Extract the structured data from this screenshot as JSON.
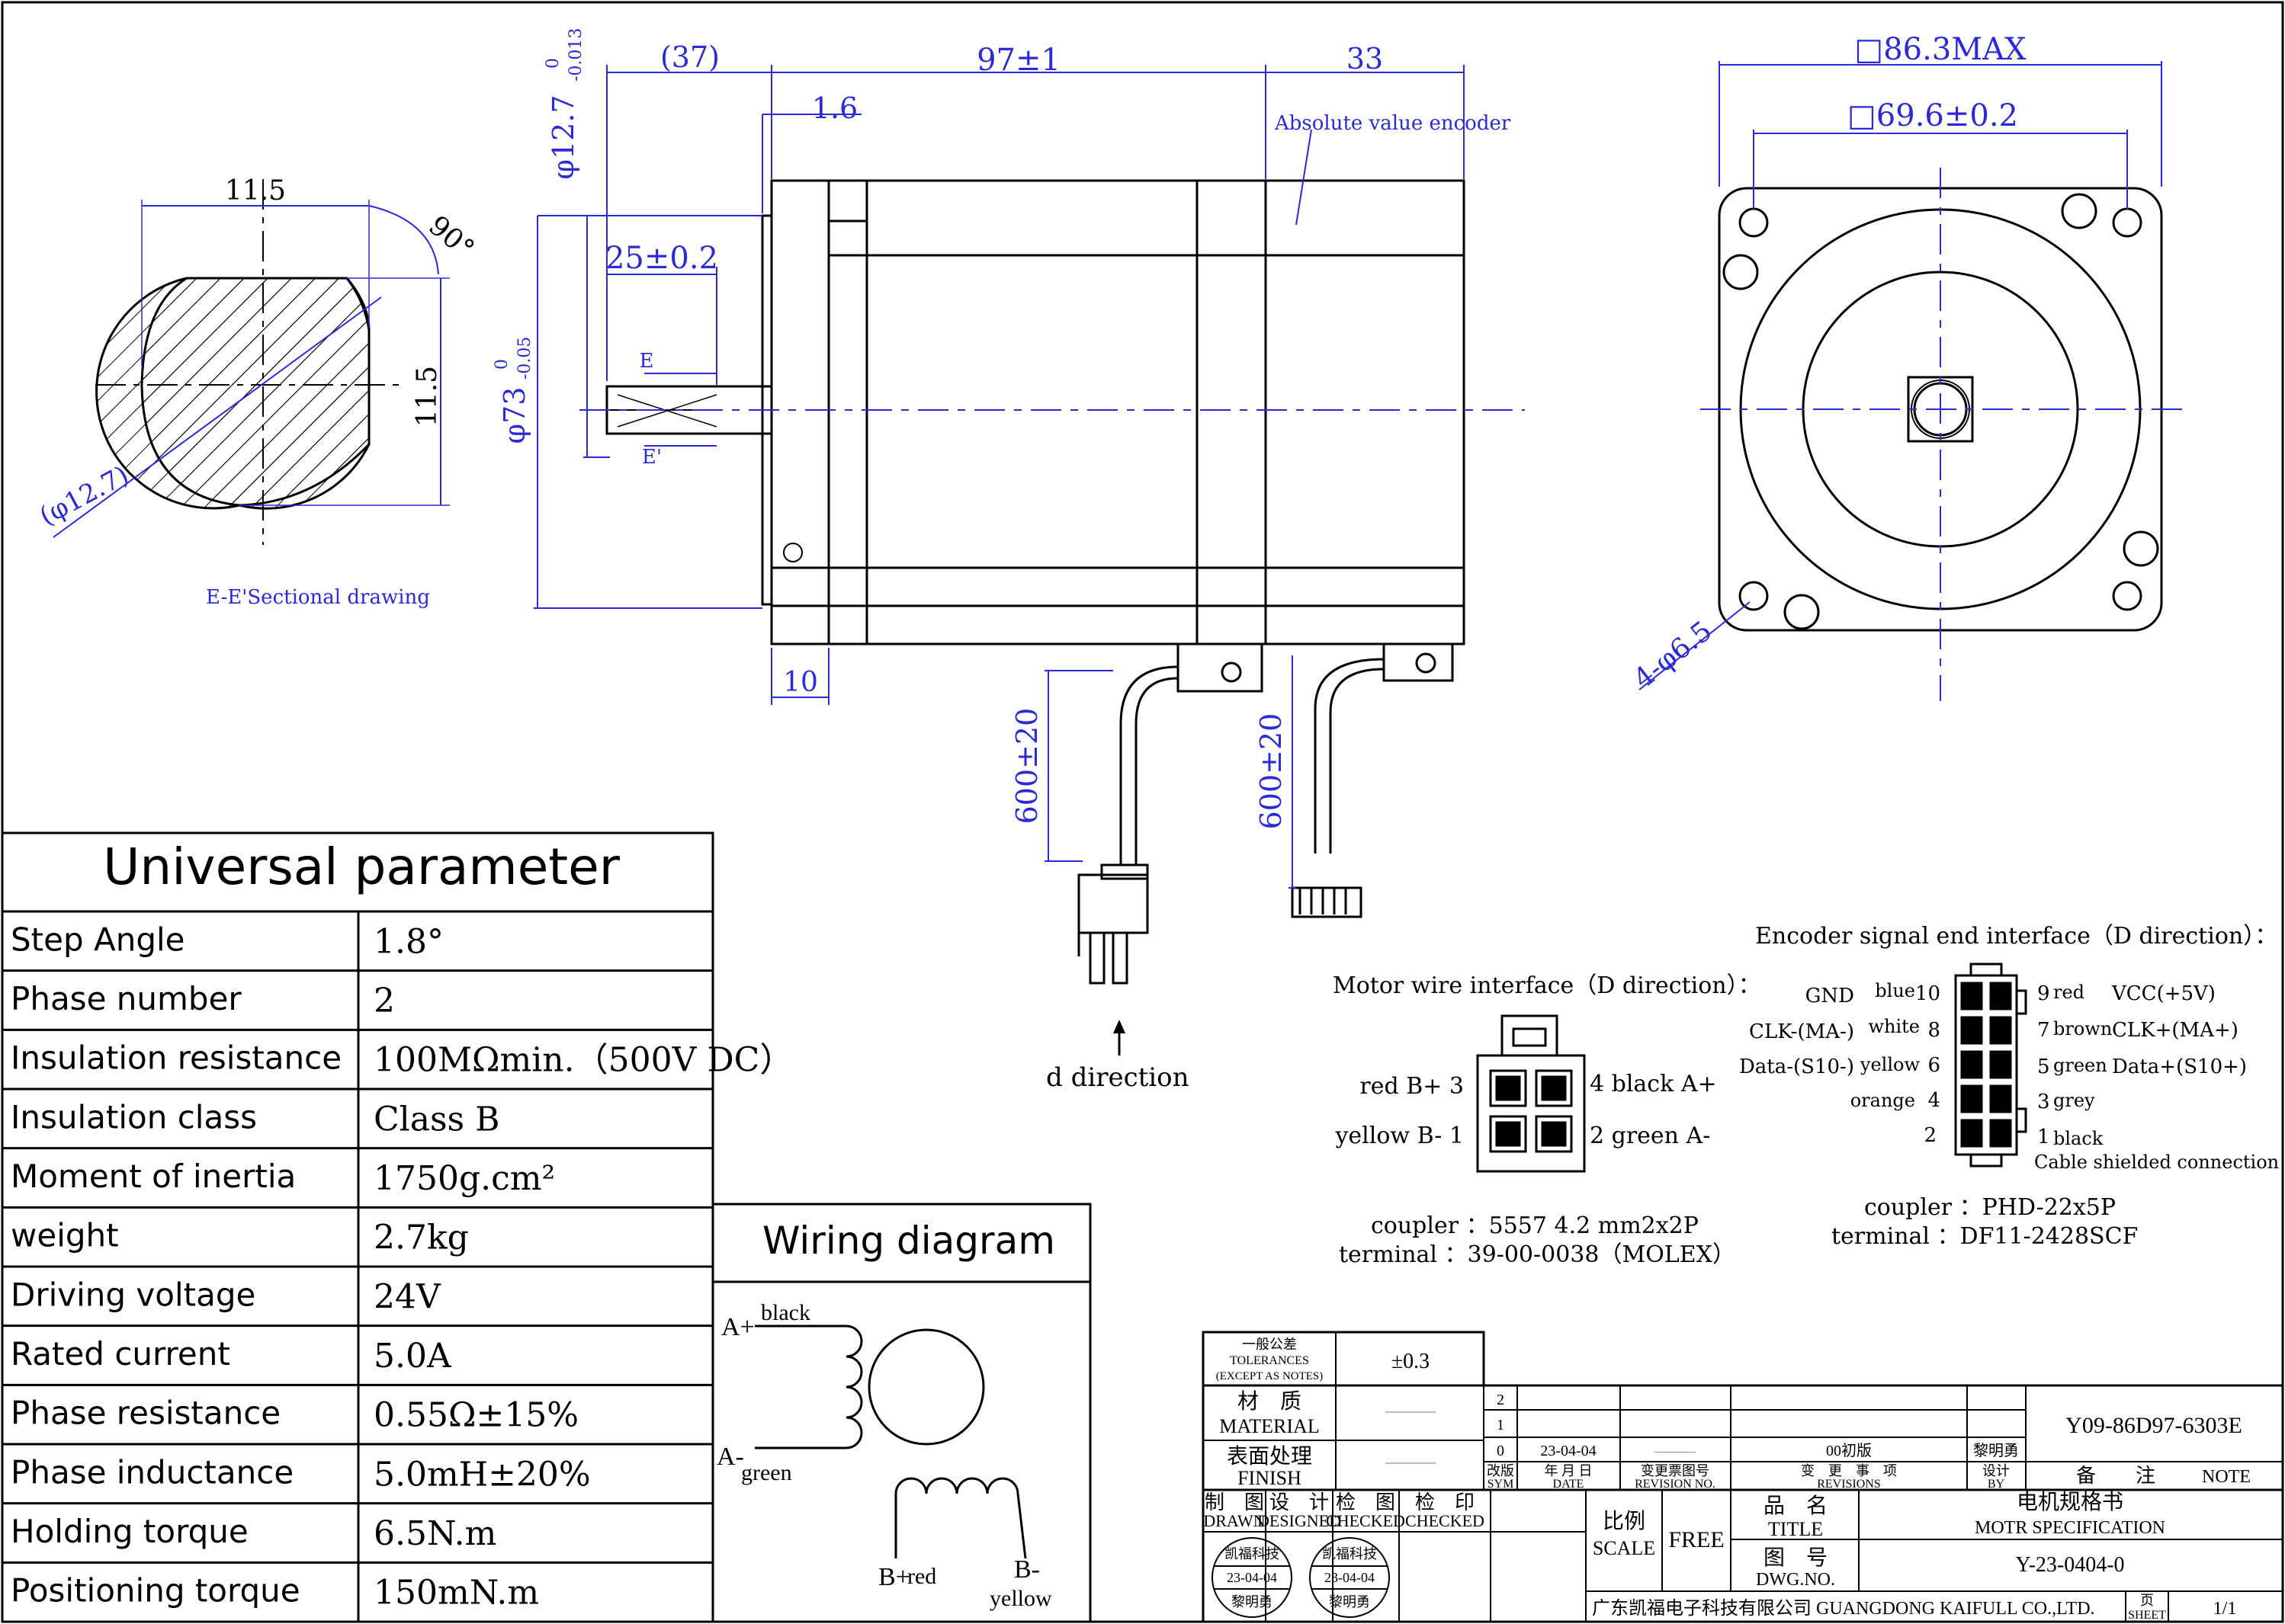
{
  "dims": {
    "shaft_len": "(37)",
    "body_len": "97±1",
    "enc_len": "33",
    "flange": "1.6",
    "key_len": "25±0.2",
    "shaft_dia": "φ12.7",
    "shaft_sup": "0",
    "shaft_sub": "-0.013",
    "pilot_dia": "φ73",
    "pilot_sup": "0",
    "pilot_sub": "-0.05",
    "e_mark": "E",
    "e2_mark": "E'",
    "flange_thk": "10",
    "cable1": "600±20",
    "cable2": "600±20",
    "max_sq": "□86.3MAX",
    "hole_sq": "□69.6±0.2",
    "holes": "4-φ6.5",
    "sec_w": "11.5",
    "sec_h": "11.5",
    "sec_angle": "90°",
    "sec_dia": "(φ12.7)",
    "encoder_label": "Absolute value encoder",
    "section_caption": "E-E'Sectional drawing",
    "d_direction": "d direction"
  },
  "params": {
    "title": "Universal parameter",
    "rows": [
      {
        "k": "Step Angle",
        "v": "1.8°"
      },
      {
        "k": "Phase number",
        "v": "2"
      },
      {
        "k": "Insulation resistance",
        "v": "100MΩmin.（500V DC）"
      },
      {
        "k": "Insulation class",
        "v": "Class B"
      },
      {
        "k": "Moment of inertia",
        "v": "1750g.cm²"
      },
      {
        "k": "weight",
        "v": "2.7kg"
      },
      {
        "k": "Driving voltage",
        "v": "24V"
      },
      {
        "k": "Rated current",
        "v": "5.0A"
      },
      {
        "k": "Phase resistance",
        "v": "0.55Ω±15%"
      },
      {
        "k": "Phase inductance",
        "v": "5.0mH±20%"
      },
      {
        "k": "Holding torque",
        "v": "6.5N.m"
      },
      {
        "k": "Positioning torque",
        "v": "150mN.m"
      }
    ]
  },
  "wiring": {
    "title": "Wiring diagram",
    "a_plus": "A+",
    "black": "black",
    "a_minus": "A-",
    "green": "green",
    "b_plus": "B+",
    "red": "red",
    "b_minus": "B-",
    "yellow": "yellow"
  },
  "motor_if": {
    "title": "Motor wire interface（D direction）：",
    "p3": "red B+ 3",
    "p1": "yellow B- 1",
    "p4": "4 black A+",
    "p2": "2 green A-",
    "coupler": "coupler ：5557 4.2 mm2x2P",
    "terminal": "terminal ：39-00-0038（MOLEX）"
  },
  "enc_if": {
    "title": "Encoder signal end interface（D direction）：",
    "l10": "GND",
    "c10": "blue",
    "n10": "10",
    "l8": "CLK-(MA-)",
    "c8": "white",
    "n8": "8",
    "l6": "Data-(S10-)",
    "c6": "yellow",
    "n6": "6",
    "c4": "orange",
    "n4": "4",
    "n2": "2",
    "n9": "9",
    "c9": "red",
    "r9": "VCC(+5V)",
    "n7": "7",
    "c7": "brown",
    "r7": "CLK+(MA+)",
    "n5": "5",
    "c5": "green",
    "r5": "Data+(S10+)",
    "n3": "3",
    "c3": "grey",
    "n1": "1",
    "c1": "black",
    "shield": "Cable shielded connection",
    "coupler": "coupler ：PHD-22x5P",
    "terminal": "terminal ：DF11-2428SCF"
  },
  "title_block": {
    "tol_cn": "一般公差",
    "tol_en": "TOLERANCES",
    "tol_note": "(EXCEPT AS NOTES)",
    "tol_val": "±0.3",
    "mat_cn": "材　质",
    "mat_en": "MATERIAL",
    "mat_val": "———",
    "fin_cn": "表面处理",
    "fin_en": "FINISH",
    "fin_val": "———",
    "rev2": "2",
    "rev1": "1",
    "rev0": "0",
    "rev0_date": "23-04-04",
    "rev0_no": "———",
    "rev0_text": "00初版",
    "rev0_by": "黎明勇",
    "h_sym_cn": "改版",
    "h_sym": "SYM",
    "h_date_cn": "年 月 日",
    "h_date": "DATE",
    "h_no_cn": "变更票图号",
    "h_no": "REVISION NO.",
    "h_rev_cn": "变　更　事　项",
    "h_rev": "REVISIONS",
    "h_by_cn": "设计",
    "h_by": "BY",
    "part_no": "Y09-86D97-6303E",
    "note_cn": "备　　注",
    "note_en": "NOTE",
    "drawn_cn": "制　图",
    "drawn": "DRAWN",
    "designed_cn": "设　计",
    "designed": "DESIGNED",
    "checked_cn": "检　图",
    "checked": "CHECKED",
    "checked2_cn": "检　印",
    "checked2": "CHECKED",
    "stamp_co": "凯福科技",
    "stamp_date": "23-04-04",
    "stamp_name": "黎明勇",
    "scale_cn": "比例",
    "scale_en": "SCALE",
    "scale_val": "FREE",
    "title_cn": "品　名",
    "title_en": "TITLE",
    "title_val_cn": "电机规格书",
    "title_val_en": "MOTR SPECIFICATION",
    "dwg_cn": "图　号",
    "dwg_en": "DWG.NO.",
    "dwg_val": "Y-23-0404-0",
    "company": "广东凯福电子科技有限公司 GUANGDONG KAIFULL CO.,LTD.",
    "sheet_cn": "页",
    "sheet_en": "SHEET",
    "sheet_val": "1/1"
  }
}
